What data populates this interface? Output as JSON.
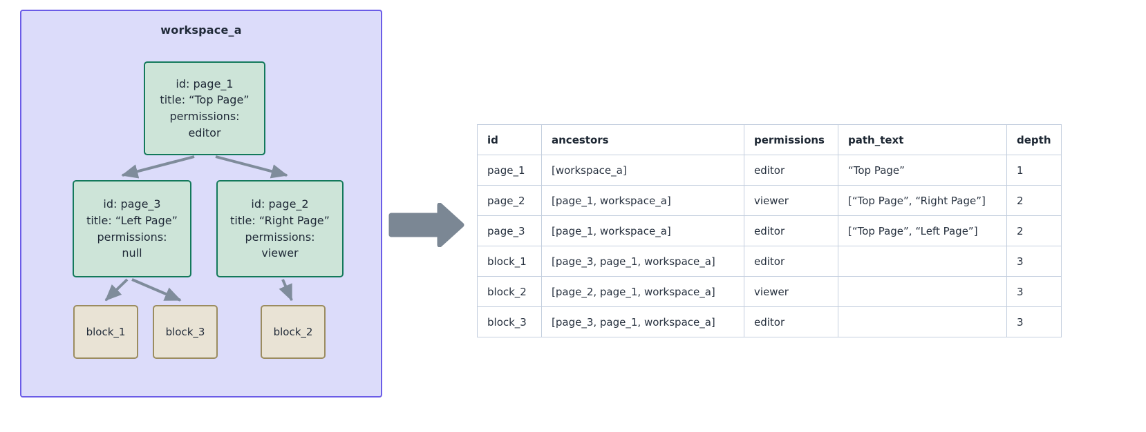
{
  "workspace": {
    "title": "workspace_a",
    "container_fill": "#dcdcfa",
    "container_border": "#6b5ce7",
    "page_node_fill": "#cde4d8",
    "page_node_border": "#13795b",
    "block_node_fill": "#e9e3d5",
    "block_node_border": "#9b8c5f",
    "edge_color": "#7f8c9b",
    "nodes": [
      {
        "key": "page_1",
        "kind": "page",
        "lines": [
          "id: page_1",
          "title: “Top Page”",
          "permissions:",
          "editor"
        ]
      },
      {
        "key": "page_3",
        "kind": "page",
        "lines": [
          "id: page_3",
          "title: “Left Page”",
          "permissions:",
          "null"
        ]
      },
      {
        "key": "page_2",
        "kind": "page",
        "lines": [
          "id: page_2",
          "title: “Right Page”",
          "permissions:",
          "viewer"
        ]
      },
      {
        "key": "block_1",
        "kind": "block",
        "label": "block_1"
      },
      {
        "key": "block_3",
        "kind": "block",
        "label": "block_3"
      },
      {
        "key": "block_2",
        "kind": "block",
        "label": "block_2"
      }
    ],
    "edges": [
      {
        "from": "page_1",
        "to": "page_3"
      },
      {
        "from": "page_1",
        "to": "page_2"
      },
      {
        "from": "page_3",
        "to": "block_1"
      },
      {
        "from": "page_3",
        "to": "block_3"
      },
      {
        "from": "page_2",
        "to": "block_2"
      }
    ]
  },
  "flow_arrow": {
    "direction": "right",
    "color": "#7b8794"
  },
  "table": {
    "columns": [
      "id",
      "ancestors",
      "permissions",
      "path_text",
      "depth"
    ],
    "rows": [
      {
        "id": "page_1",
        "ancestors": "[workspace_a]",
        "permissions": "editor",
        "path_text": "“Top Page”",
        "depth": "1"
      },
      {
        "id": "page_2",
        "ancestors": "[page_1, workspace_a]",
        "permissions": "viewer",
        "path_text": "[“Top Page”, “Right Page”]",
        "depth": "2"
      },
      {
        "id": "page_3",
        "ancestors": "[page_1, workspace_a]",
        "permissions": "editor",
        "path_text": "[“Top Page”, “Left Page”]",
        "depth": "2"
      },
      {
        "id": "block_1",
        "ancestors": "[page_3, page_1, workspace_a]",
        "permissions": "editor",
        "path_text": "",
        "depth": "3"
      },
      {
        "id": "block_2",
        "ancestors": "[page_2, page_1, workspace_a]",
        "permissions": "viewer",
        "path_text": "",
        "depth": "3"
      },
      {
        "id": "block_3",
        "ancestors": "[page_3, page_1, workspace_a]",
        "permissions": "editor",
        "path_text": "",
        "depth": "3"
      }
    ]
  }
}
